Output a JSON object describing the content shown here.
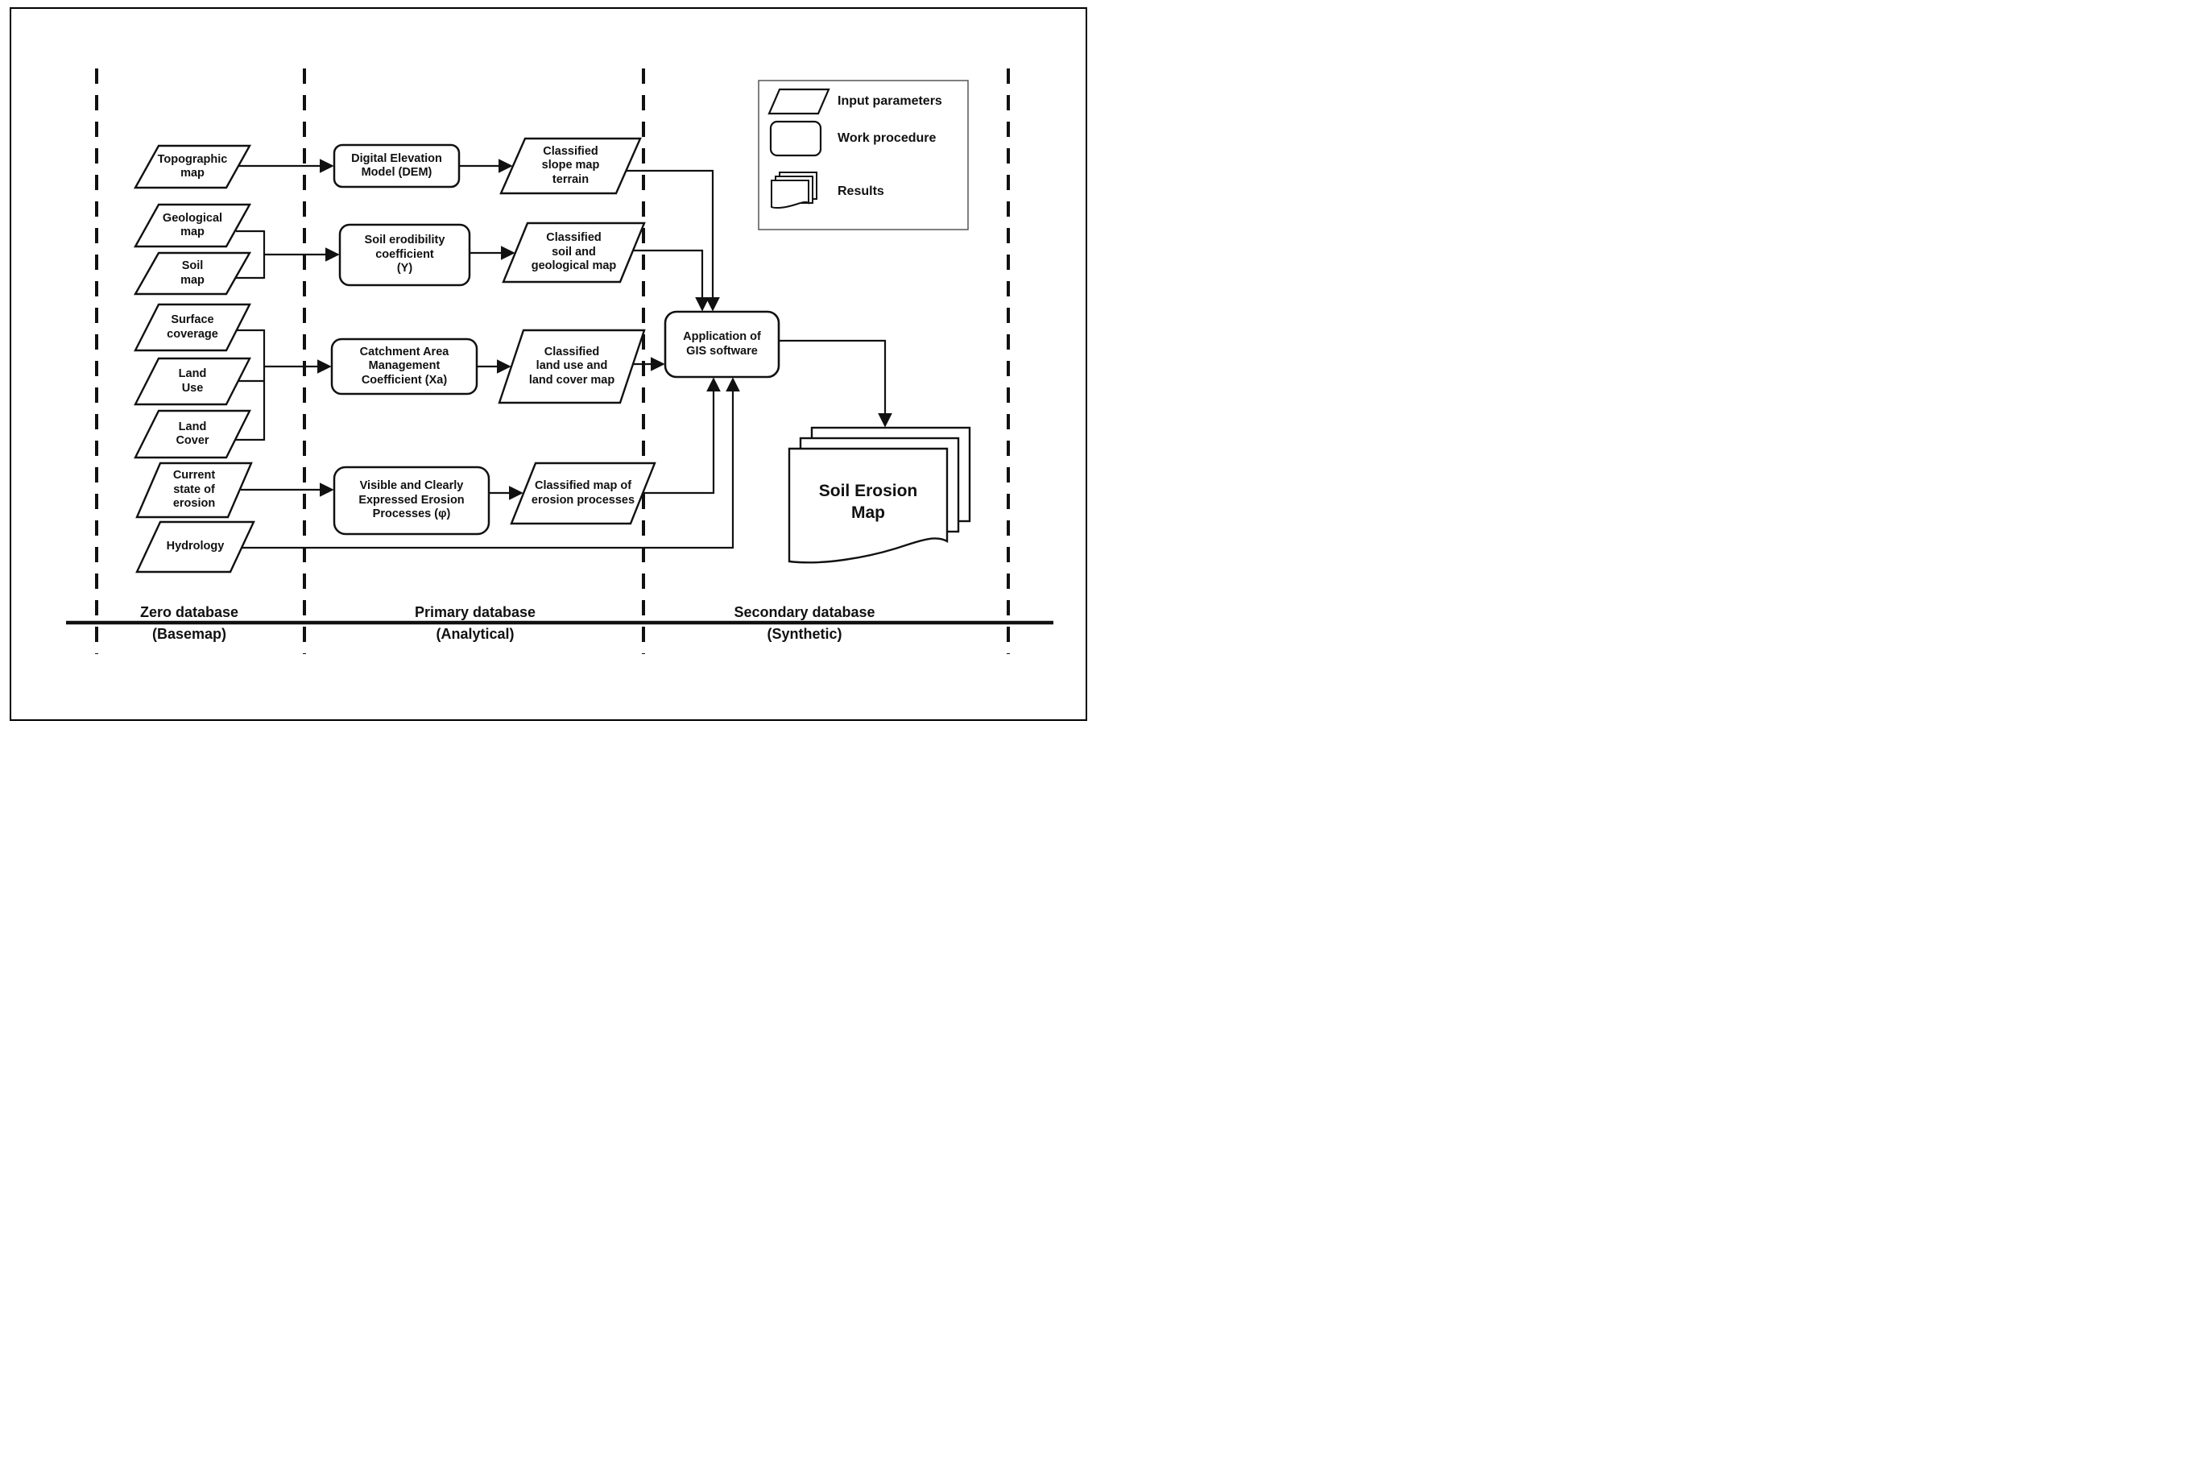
{
  "canvas": {
    "background": "#ffffff",
    "line_color": "#111111",
    "legend_border_color": "#555555"
  },
  "nodes": {
    "topographic_map": "Topographic\nmap",
    "geological_map": "Geological\nmap",
    "soil_map": "Soil\nmap",
    "surface_coverage": "Surface\ncoverage",
    "land_use": "Land\nUse",
    "land_cover": "Land\nCover",
    "current_state_of_erosion": "Current\nstate of\nerosion",
    "hydrology": "Hydrology",
    "dem": "Digital Elevation\nModel (DEM)",
    "soil_erodibility": "Soil erodibility\ncoefficient\n(Y)",
    "catchment": "Catchment Area\nManagement\nCoefficient (Xa)",
    "visible_erosion": "Visible and Clearly\nExpressed Erosion\nProcesses (φ)",
    "classified_slope": "Classified\nslope map\nterrain",
    "classified_soil_geo": "Classified\nsoil and\ngeological map",
    "classified_land": "Classified\nland use and\nland cover map",
    "classified_erosion": "Classified map of\nerosion processes",
    "gis": "Application of\nGIS software",
    "soil_erosion_map": "Soil Erosion\nMap"
  },
  "legend": {
    "items": [
      {
        "icon": "input-parallelogram-icon",
        "label": "Input parameters"
      },
      {
        "icon": "procedure-rounded-rect-icon",
        "label": "Work procedure"
      },
      {
        "icon": "results-stacked-documents-icon",
        "label": "Results"
      }
    ]
  },
  "sections": {
    "zero": {
      "title": "Zero database",
      "subtitle": "(Basemap)"
    },
    "primary": {
      "title": "Primary database",
      "subtitle": "(Analytical)"
    },
    "secondary": {
      "title": "Secondary database",
      "subtitle": "(Synthetic)"
    }
  }
}
